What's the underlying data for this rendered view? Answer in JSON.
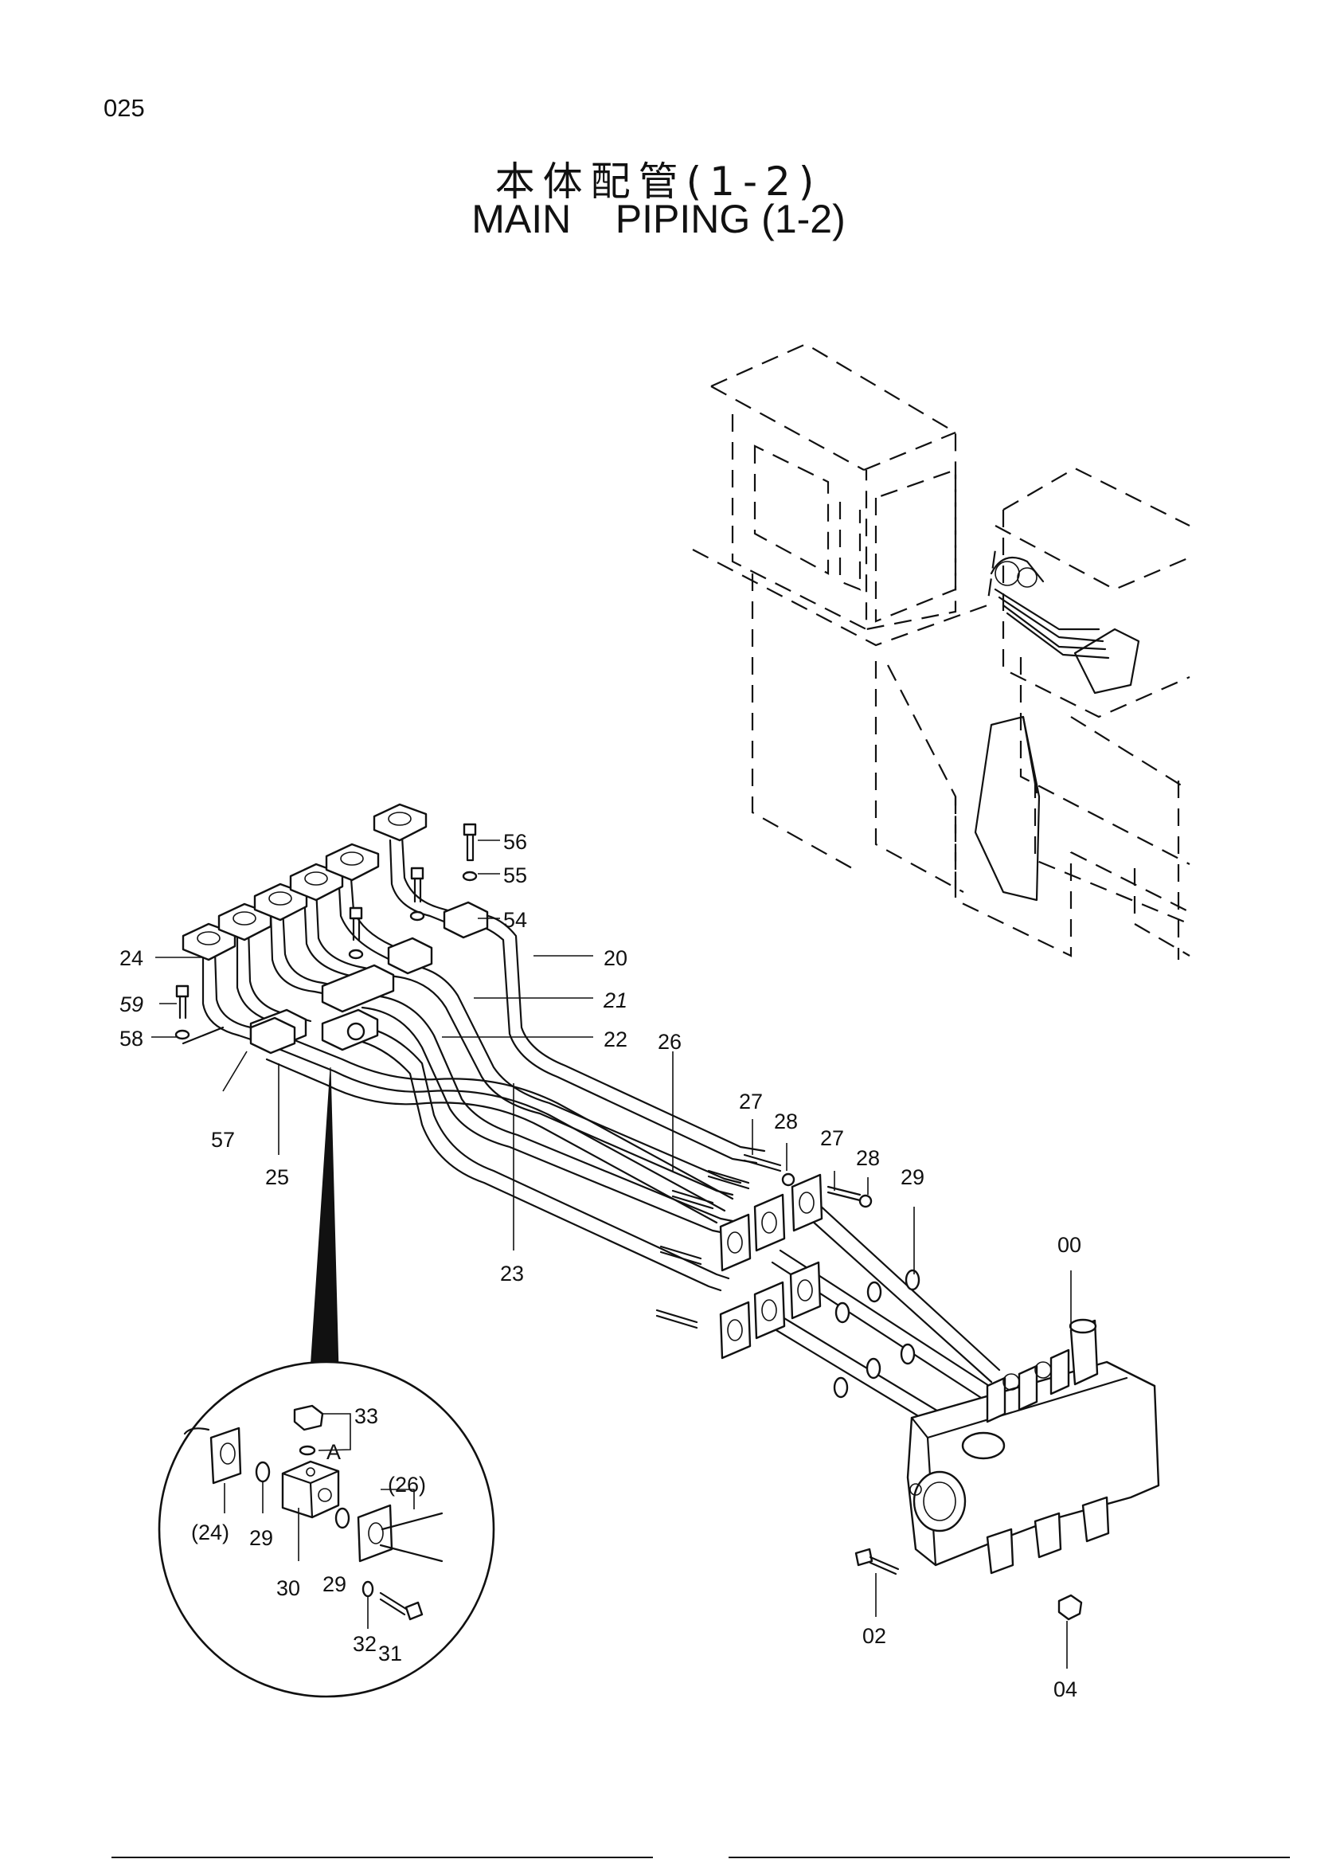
{
  "page": {
    "number": "025"
  },
  "title": {
    "japanese": "本体配管(1-2)",
    "english": "MAIN    PIPING (1-2)"
  },
  "callouts": {
    "c56": "56",
    "c55": "55",
    "c54": "54",
    "c24": "24",
    "c20": "20",
    "c21": "21",
    "c59": "59",
    "c22": "22",
    "c58": "58",
    "c26": "26",
    "c57": "57",
    "c25": "25",
    "c27a": "27",
    "c28a": "28",
    "c27b": "27",
    "c28b": "28",
    "c29": "29",
    "c00": "00",
    "c23": "23",
    "c02": "02",
    "c04": "04"
  },
  "detail_callouts": {
    "d33": "33",
    "dA": "A",
    "d26": "(26)",
    "d24": "(24)",
    "d29a": "29",
    "d30": "30",
    "d29b": "29",
    "d32": "32",
    "d31": "31"
  }
}
